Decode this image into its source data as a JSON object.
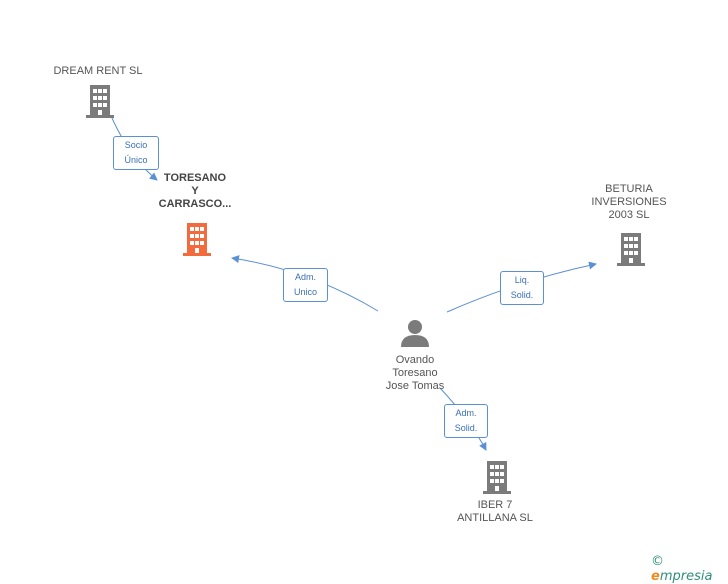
{
  "colors": {
    "building_gray": "#7b7b7b",
    "building_orange": "#f36b3c",
    "person_gray": "#7b7b7b",
    "edge_blue": "#5b8fd6"
  },
  "nodes": {
    "dream_rent": {
      "label": "DREAM RENT  SL",
      "icon": "building-icon"
    },
    "toresano": {
      "label": "TORESANO\nY\nCARRASCO...",
      "icon": "building-icon"
    },
    "beturia": {
      "label": "BETURIA\nINVERSIONES\n2003 SL",
      "icon": "building-icon"
    },
    "ovando": {
      "label": "Ovando\nToresano\nJose Tomas",
      "icon": "person-icon"
    },
    "iber7": {
      "label": "IBER 7\nANTILLANA SL",
      "icon": "building-icon"
    }
  },
  "relations": {
    "socio_unico": "Socio\nÚnico",
    "adm_unico": "Adm.\nUnico",
    "liq_solid": "Liq.\nSolid.",
    "adm_solid": "Adm.\nSolid."
  },
  "brand": {
    "copyright": "©",
    "e": "e",
    "rest": "mpresia"
  }
}
